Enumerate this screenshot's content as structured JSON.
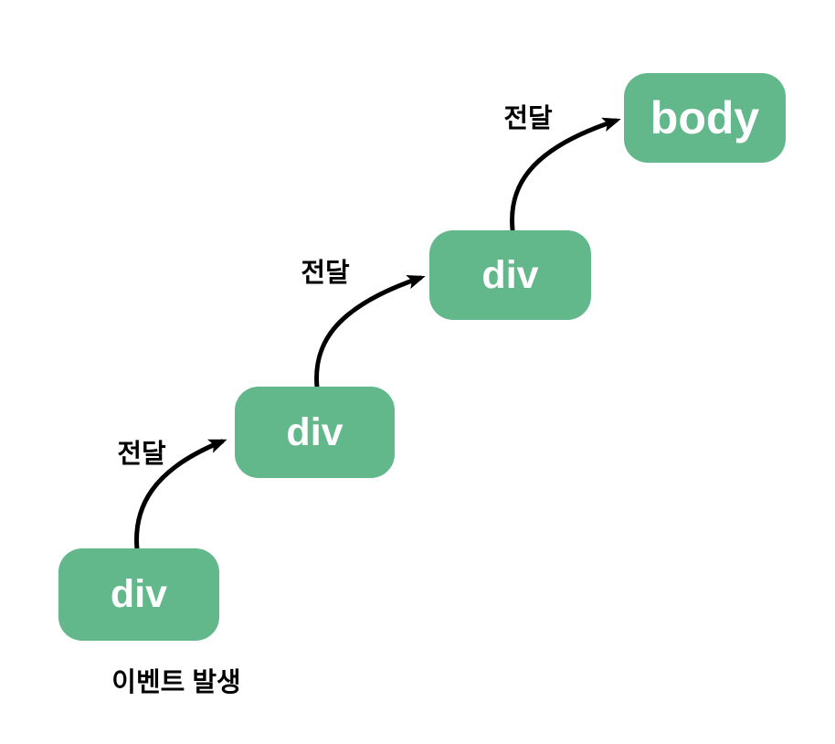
{
  "diagram": {
    "description": "event-bubbling-propagation-diagram",
    "nodes": [
      {
        "id": "div-1",
        "label": "div"
      },
      {
        "id": "div-2",
        "label": "div"
      },
      {
        "id": "div-3",
        "label": "div"
      },
      {
        "id": "body",
        "label": "body"
      }
    ],
    "arrows": [
      {
        "label": "전달"
      },
      {
        "label": "전달"
      },
      {
        "label": "전달"
      }
    ],
    "caption": "이벤트 발생",
    "colors": {
      "node_fill": "#62b88b",
      "node_text": "#ffffff",
      "arrow": "#000000",
      "label_text": "#000000",
      "background": "#ffffff"
    }
  }
}
